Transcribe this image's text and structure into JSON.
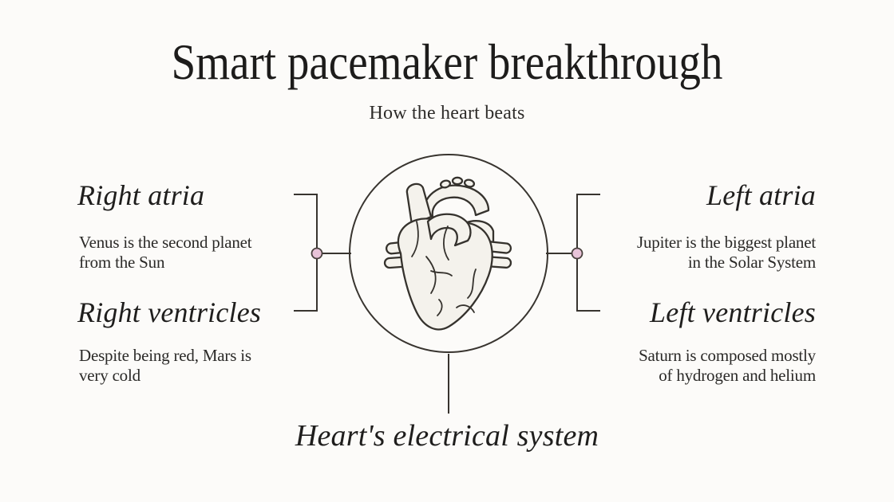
{
  "header": {
    "title": "Smart pacemaker breakthrough",
    "subtitle": "How the heart beats"
  },
  "callouts": [
    {
      "id": "right-atria",
      "heading": "Right atria",
      "description": "Venus is the second planet\nfrom the Sun"
    },
    {
      "id": "right-ventricles",
      "heading": "Right ventricles",
      "description": "Despite being red, Mars is\nvery cold"
    },
    {
      "id": "left-atria",
      "heading": "Left atria",
      "description": "Jupiter is the biggest planet\nin the Solar System"
    },
    {
      "id": "left-ventricles",
      "heading": "Left ventricles",
      "description": "Saturn is composed mostly\nof hydrogen and helium"
    }
  ],
  "footer_label": {
    "heading": "Heart's electrical system"
  },
  "center_illustration": {
    "icon": "anatomical-heart-icon"
  },
  "colors": {
    "background": "#fcfbf9",
    "text": "#222222",
    "connector_line": "#38342f",
    "node_fill": "#e8c3d8",
    "node_stroke": "#49413e",
    "heart_fill": "#f4f2ec",
    "heart_stroke": "#35322d"
  }
}
